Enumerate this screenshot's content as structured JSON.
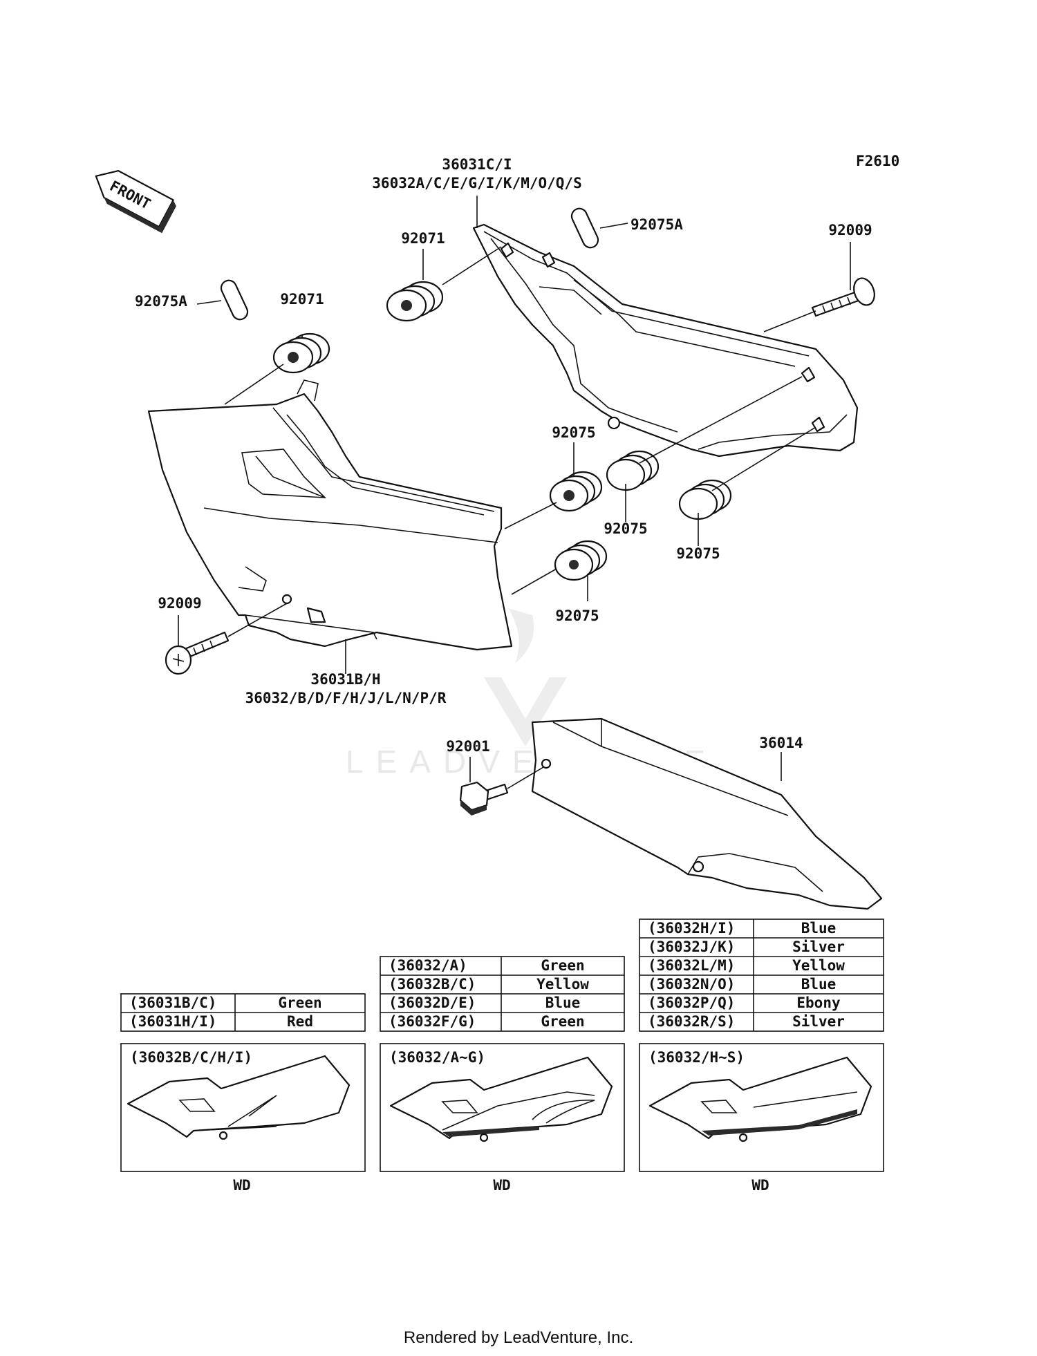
{
  "figure_code": "F2610",
  "front_arrow": "FRONT",
  "watermark": "LEADVENTURE",
  "callouts": {
    "upper_cover_a": "36031C/I",
    "upper_cover_b": "36032A/C/E/G/I/K/M/O/Q/S",
    "pad_92075A_right": "92075A",
    "bolt_92009_right": "92009",
    "grommet_92071_right": "92071",
    "pad_92075A_left": "92075A",
    "grommet_92071_left": "92071",
    "grommet_92075_a": "92075",
    "grommet_92075_b": "92075",
    "grommet_92075_c": "92075",
    "grommet_92075_d": "92075",
    "bolt_92009_left": "92009",
    "lower_cover_a": "36031B/H",
    "lower_cover_b": "36032/B/D/F/H/J/L/N/P/R",
    "bolt_92001": "92001",
    "cover_36014": "36014"
  },
  "color_tables": [
    {
      "rows": [
        [
          "(36031B/C)",
          "Green"
        ],
        [
          "(36031H/I)",
          "Red"
        ]
      ]
    },
    {
      "rows": [
        [
          "(36032/A)",
          "Green"
        ],
        [
          "(36032B/C)",
          "Yellow"
        ],
        [
          "(36032D/E)",
          "Blue"
        ],
        [
          "(36032F/G)",
          "Green"
        ]
      ]
    },
    {
      "rows": [
        [
          "(36032H/I)",
          "Blue"
        ],
        [
          "(36032J/K)",
          "Silver"
        ],
        [
          "(36032L/M)",
          "Yellow"
        ],
        [
          "(36032N/O)",
          "Blue"
        ],
        [
          "(36032P/Q)",
          "Ebony"
        ],
        [
          "(36032R/S)",
          "Silver"
        ]
      ]
    }
  ],
  "variant_panels": [
    {
      "title": "(36032B/C/H/I)",
      "caption": "WD"
    },
    {
      "title": "(36032/A~G)",
      "caption": "WD"
    },
    {
      "title": "(36032/H~S)",
      "caption": "WD"
    }
  ],
  "footer": "Rendered by LeadVenture, Inc."
}
